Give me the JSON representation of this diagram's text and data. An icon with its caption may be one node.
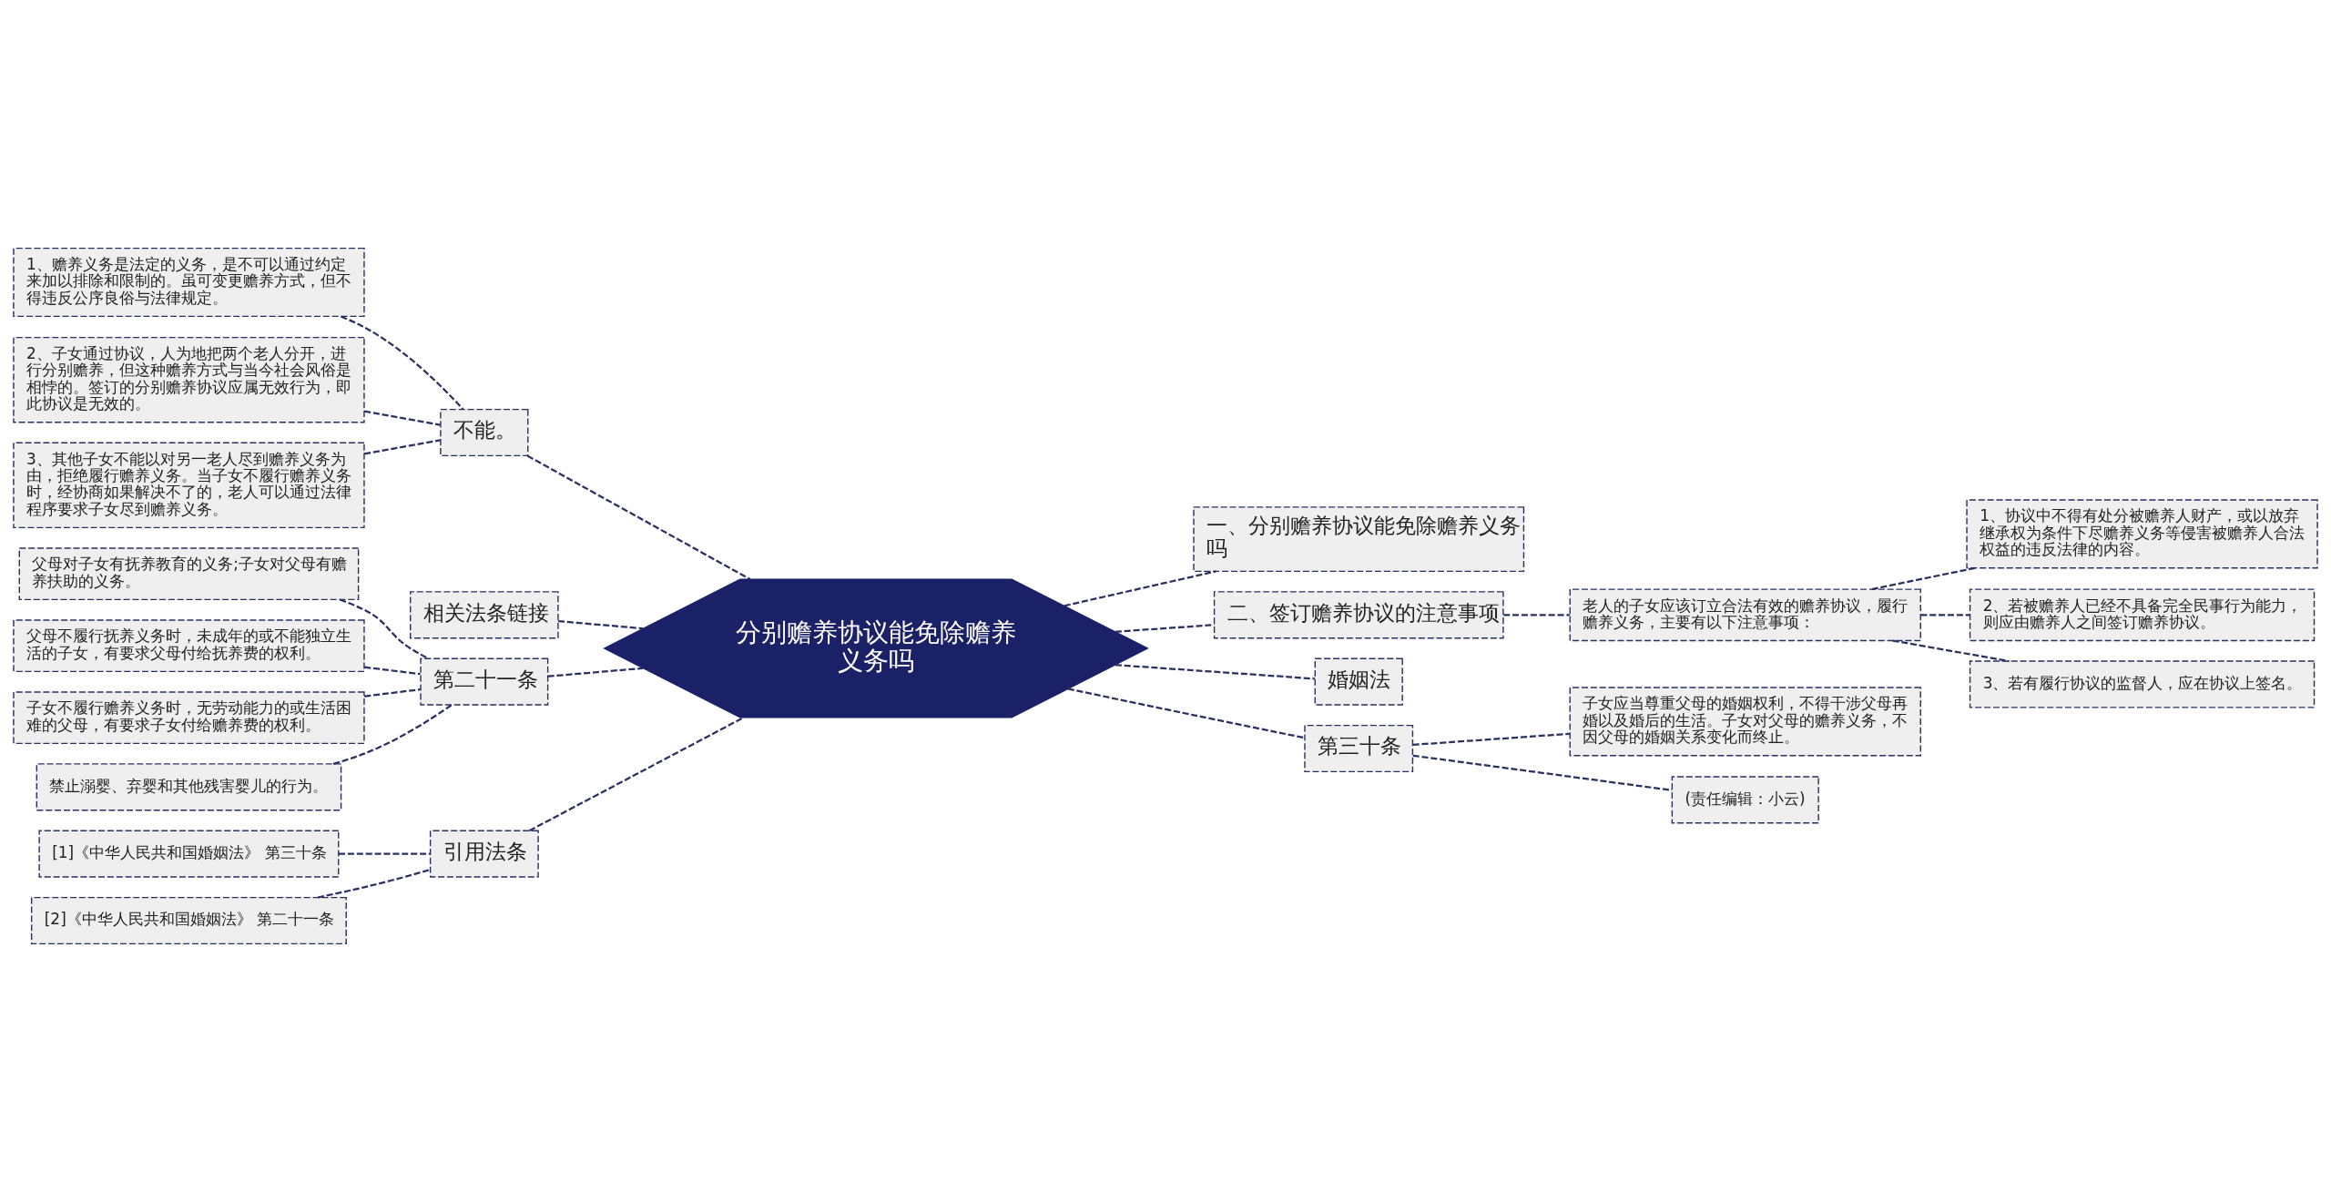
{
  "diagram": {
    "nodes": [
      {
        "text": [
          "分别赡养协议能免除赡养义务吗"
        ]
      },
      {
        "text": [
          "不能。"
        ]
      },
      {
        "text": [
          "1、赡养义务是法定的义务，是不可以通过约定来加以排除和限制的。虽可变更赡养方式，但不得违反公序良俗与法律规定。"
        ]
      },
      {
        "text": [
          "2、子女通过协议，人为地把两个老人分开，进行分别赡养，但这种赡养方式与当今社会风俗是相悖的。签订的分别赡养协议应属无效行为，即此协议是无效的。"
        ]
      },
      {
        "text": [
          "3、其他子女不能以对另一老人尽到赡养义务为由，拒绝履行赡养义务。当子女不履行赡养义务时，经协商如果解决不了的，老人可以通过法律程序要求子女尽到赡养义务。"
        ]
      },
      {
        "text": [
          "相关法条链接"
        ]
      },
      {
        "text": [
          "第二十一条"
        ]
      },
      {
        "text": [
          "父母对子女有抚养教育的义务;子女对父母有赡养扶助的义务。"
        ]
      },
      {
        "text": [
          "父母不履行抚养义务时，未成年的或不能独立生活的子女，有要求父母付给抚养费的权利。"
        ]
      },
      {
        "text": [
          "子女不履行赡养义务时，无劳动能力的或生活困难的父母，有要求子女付给赡养费的权利。"
        ]
      },
      {
        "text": [
          "禁止溺婴、弃婴和其他残害婴儿的行为。"
        ]
      },
      {
        "text": [
          "引用法条"
        ]
      },
      {
        "text": [
          "[1]《中华人民共和国婚姻法》 第三十条"
        ]
      },
      {
        "text": [
          "[2]《中华人民共和国婚姻法》 第二十一条"
        ]
      },
      {
        "text": [
          "一、分别赡养协议能免除赡养义务吗"
        ]
      },
      {
        "text": [
          "二、签订赡养协议的注意事项"
        ]
      },
      {
        "text": [
          "老人的子女应该订立合法有效的赡养协议，履行赡养义务，主要有以下注意事项："
        ]
      },
      {
        "text": [
          "1、协议中不得有处分被赡养人财产，或以放弃继承权为条件下尽赡养义务等侵害被赡养人合法权益的违反法律的内容。"
        ]
      },
      {
        "text": [
          "2、若被赡养人已经不具备完全民事行为能力，则应由赡养人之间签订赡养协议。"
        ]
      },
      {
        "text": [
          "3、若有履行协议的监督人，应在协议上签名。"
        ]
      },
      {
        "text": [
          "婚姻法"
        ]
      },
      {
        "text": [
          "第三十条"
        ]
      },
      {
        "text": [
          "子女应当尊重父母的婚姻权利，不得干涉父母再婚以及婚后的生活。子女对父母的赡养义务，不因父母的婚姻关系变化而终止。"
        ]
      },
      {
        "text": [
          "(责任编辑：小云)"
        ]
      }
    ],
    "edges": [
      {
        "from": 2,
        "to": 1,
        "arrow": "none",
        "style": "dashed"
      },
      {
        "from": 3,
        "to": 1,
        "arrow": "none",
        "style": "dashed"
      },
      {
        "from": 4,
        "to": 1,
        "arrow": "none",
        "style": "dashed"
      },
      {
        "from": 1,
        "to": 0,
        "arrow": "none",
        "style": "dashed"
      },
      {
        "from": 5,
        "to": 0,
        "arrow": "none",
        "style": "dashed"
      },
      {
        "from": 7,
        "to": 6,
        "arrow": "none",
        "style": "dashed"
      },
      {
        "from": 8,
        "to": 6,
        "arrow": "none",
        "style": "dashed"
      },
      {
        "from": 9,
        "to": 6,
        "arrow": "none",
        "style": "dashed"
      },
      {
        "from": 10,
        "to": 6,
        "arrow": "none",
        "style": "dashed"
      },
      {
        "from": 6,
        "to": 0,
        "arrow": "none",
        "style": "dashed"
      },
      {
        "from": 12,
        "to": 11,
        "arrow": "none",
        "style": "dashed"
      },
      {
        "from": 13,
        "to": 11,
        "arrow": "none",
        "style": "dashed"
      },
      {
        "from": 11,
        "to": 0,
        "arrow": "none",
        "style": "dashed"
      },
      {
        "from": 0,
        "to": 14,
        "arrow": "none",
        "style": "dashed"
      },
      {
        "from": 0,
        "to": 15,
        "arrow": "none",
        "style": "dashed"
      },
      {
        "from": 15,
        "to": 16,
        "arrow": "none",
        "style": "dashed"
      },
      {
        "from": 16,
        "to": 17,
        "arrow": "none",
        "style": "dashed"
      },
      {
        "from": 16,
        "to": 18,
        "arrow": "none",
        "style": "dashed"
      },
      {
        "from": 16,
        "to": 19,
        "arrow": "none",
        "style": "dashed"
      },
      {
        "from": 0,
        "to": 20,
        "arrow": "none",
        "style": "dashed"
      },
      {
        "from": 0,
        "to": 21,
        "arrow": "none",
        "style": "dashed"
      },
      {
        "from": 21,
        "to": 22,
        "arrow": "none",
        "style": "dashed"
      },
      {
        "from": 21,
        "to": 23,
        "arrow": "none",
        "style": "dashed"
      }
    ]
  }
}
